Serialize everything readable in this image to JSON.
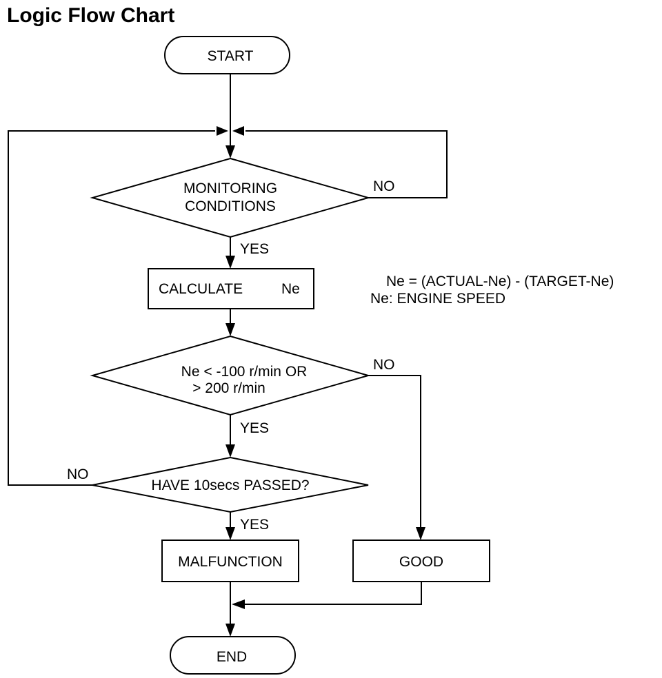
{
  "title": "Logic Flow Chart",
  "nodes": {
    "start": "START",
    "monitoring_line1": "MONITORING",
    "monitoring_line2": "CONDITIONS",
    "calculate": "CALCULATE",
    "calculate_var": "Ne",
    "threshold_line1": "Ne < -100 r/min OR",
    "threshold_line2": "> 200 r/min",
    "time_check": "HAVE 10secs PASSED?",
    "malfunction": "MALFUNCTION",
    "good": "GOOD",
    "end": "END"
  },
  "edge_labels": {
    "monitoring_no": "NO",
    "monitoring_yes": "YES",
    "threshold_no": "NO",
    "threshold_yes": "YES",
    "time_no": "NO",
    "time_yes": "YES"
  },
  "notes": {
    "formula": "Ne = (ACTUAL-Ne) - (TARGET-Ne)",
    "definition": "Ne: ENGINE SPEED"
  }
}
